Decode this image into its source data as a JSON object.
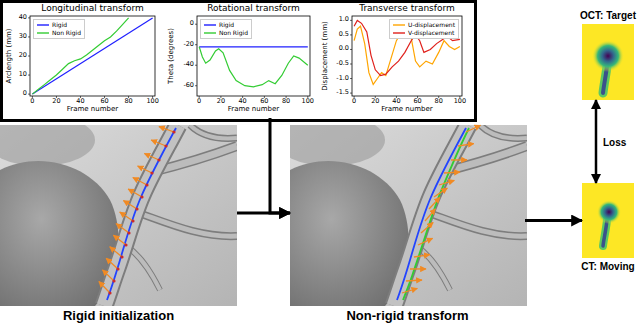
{
  "diagram": {
    "nodes": [
      {
        "text": [
          "Longitudinal transform",
          "Arclength (mm)",
          "Frame number"
        ]
      },
      {
        "text": [
          "Rotational transform",
          "Theta (degrees)",
          "Frame number"
        ]
      },
      {
        "text": [
          "Transverse transform",
          "Displacement (mm)",
          "Frame number"
        ]
      },
      {
        "text": [
          "Rigid initialization"
        ]
      },
      {
        "text": [
          "Non-rigid transform"
        ]
      },
      {
        "text": [
          "OCT: Target"
        ]
      },
      {
        "text": [
          "CT: Moving"
        ]
      }
    ],
    "edges": [
      {
        "from": 3,
        "to": 4,
        "arrow": "to"
      },
      {
        "from": 1,
        "to": 4,
        "arrow": "to"
      },
      {
        "from": 4,
        "to": 6,
        "arrow": "to"
      },
      {
        "from": 6,
        "to": 5,
        "arrow": "both",
        "label": "Loss"
      }
    ],
    "labels": [
      "0",
      "20",
      "40",
      "60",
      "80",
      "100",
      "0",
      "10",
      "20",
      "30",
      "40",
      "0",
      "20",
      "40",
      "60",
      "80",
      "100",
      "0",
      "-20",
      "-40",
      "-60",
      "0",
      "20",
      "40",
      "60",
      "80",
      "100",
      "1.0",
      "0.5",
      "0.0",
      "-0.5",
      "-1.0",
      "-1.5"
    ],
    "legend": [
      {
        "text": "Rigid"
      },
      {
        "text": "Non Rigid"
      },
      {
        "text": "Rigid"
      },
      {
        "text": "Non Rigid"
      },
      {
        "text": "U-displacement"
      },
      {
        "text": "V-displacement"
      }
    ]
  }
}
